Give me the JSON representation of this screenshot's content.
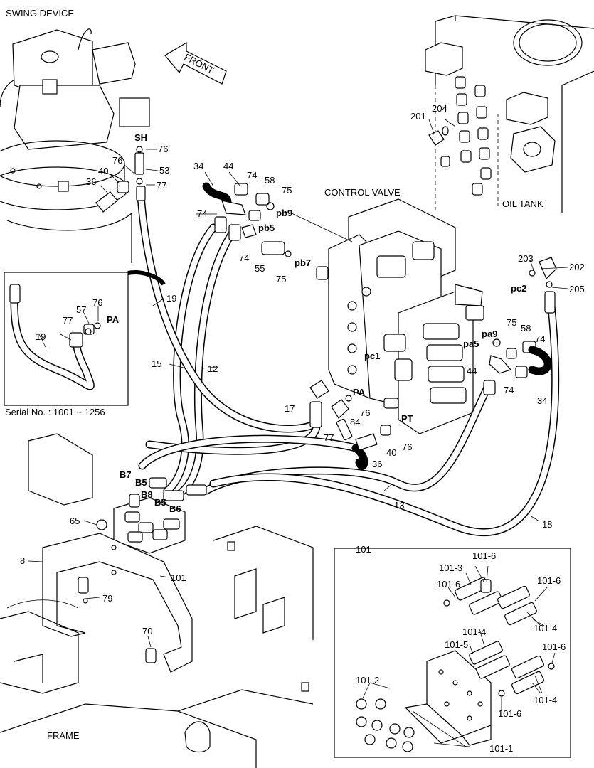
{
  "titles": {
    "swing_device": "SWING DEVICE",
    "front": "FRONT",
    "control_valve": "CONTROL VALVE",
    "oil_tank": "OIL TANK",
    "frame": "FRAME",
    "serial": "Serial No. : 1001 ~ 1256"
  },
  "port_labels": [
    "SH",
    "pb9",
    "pb5",
    "pb7",
    "pc2",
    "pa9",
    "pa5",
    "pc1",
    "PA",
    "PT",
    "B7",
    "B5",
    "B8",
    "B5",
    "B6",
    "PA"
  ],
  "part_labels": [
    "76",
    "53",
    "77",
    "76",
    "40",
    "36",
    "34",
    "44",
    "74",
    "58",
    "75",
    "74",
    "74",
    "55",
    "75",
    "203",
    "202",
    "205",
    "75",
    "58",
    "74",
    "44",
    "74",
    "34",
    "17",
    "77",
    "84",
    "76",
    "40",
    "76",
    "36",
    "13",
    "18",
    "15",
    "12",
    "19",
    "19",
    "57",
    "76",
    "77",
    "65",
    "8",
    "79",
    "101",
    "70",
    "101",
    "101-6",
    "101-3",
    "101-6",
    "101-6",
    "101-4",
    "101-4",
    "101-5",
    "101-6",
    "101-2",
    "101-4",
    "101-6",
    "101-1",
    "201",
    "204"
  ]
}
